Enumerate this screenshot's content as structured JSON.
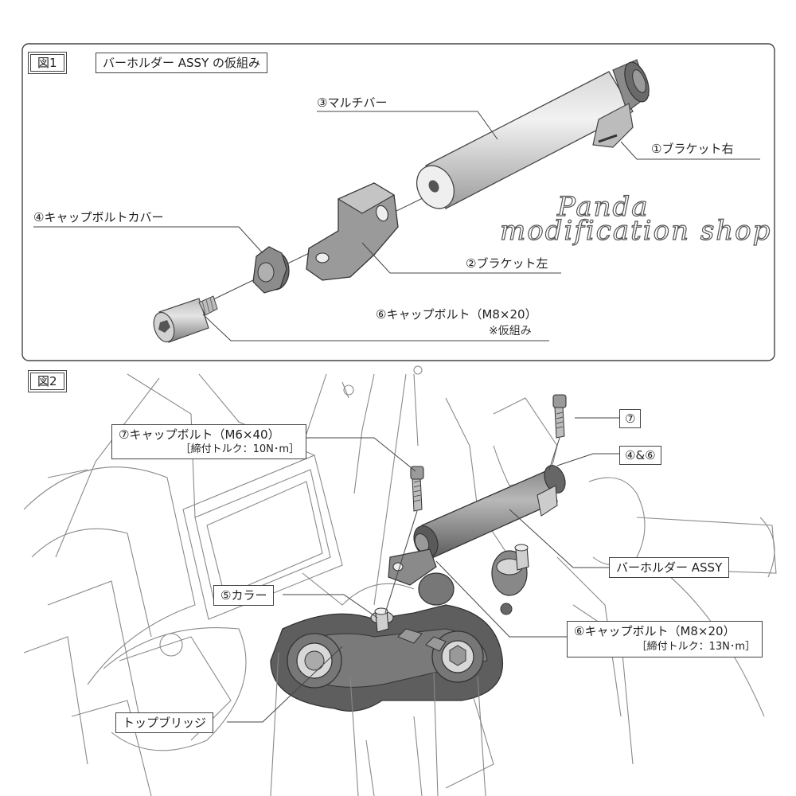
{
  "figure1": {
    "tag": "図1",
    "title": "バーホルダー ASSY の仮組み",
    "labels": {
      "multibar": "③マルチバー",
      "bracket_right": "①ブラケット右",
      "cap_cover": "④キャップボルトカバー",
      "bracket_left": "②ブラケット左",
      "cap_bolt": "⑥キャップボルト（M8×20）",
      "cap_bolt_note": "※仮組み"
    }
  },
  "watermark": {
    "line1": "Panda",
    "line2": "modification shop"
  },
  "figure2": {
    "tag": "図2",
    "labels": {
      "bolt7": "⑦キャップボルト（M6×40）",
      "bolt7_torque": "［締付トルク：10N･m］",
      "ref7": "⑦",
      "ref46": "④&⑥",
      "bar_holder": "バーホルダー ASSY",
      "collar": "⑤カラー",
      "bolt6": "⑥キャップボルト（M8×20）",
      "bolt6_torque": "［締付トルク：13N･m］",
      "top_bridge": "トップブリッジ"
    }
  },
  "colors": {
    "line": "#444444",
    "part_fill": "#9a9a9a",
    "part_dark": "#6a6a6a",
    "sketch": "#888888"
  }
}
